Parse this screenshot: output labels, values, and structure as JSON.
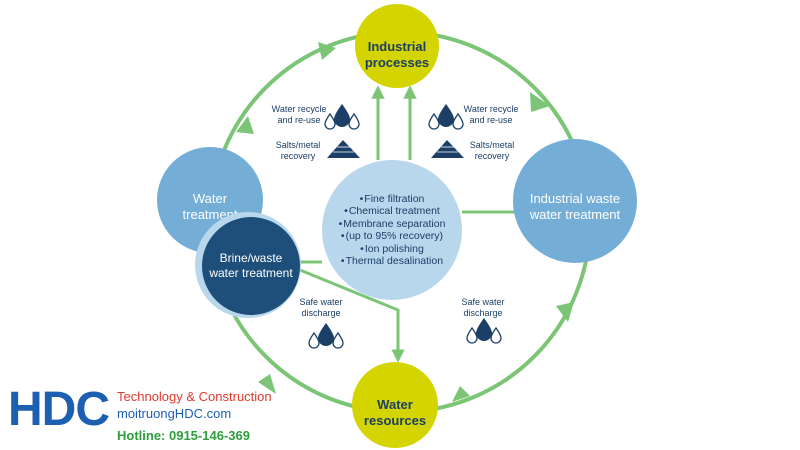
{
  "nodes": {
    "industrial": "Industrial\nprocesses",
    "water_resources": "Water\nresources",
    "water_treatment": "Water\ntreatment",
    "brine": "Brine/waste\nwater treatment",
    "iww": "Industrial waste\nwater treatment"
  },
  "center_items": [
    "Fine filtration",
    "Chemical treatment",
    "Membrane separation",
    "(up to 95% recovery)",
    "Ion polishing",
    "Thermal desalination"
  ],
  "labels": {
    "recycle_left": "Water recycle\nand re-use",
    "salts_left": "Salts/metal\nrecovery",
    "recycle_right": "Water recycle\nand re-use",
    "salts_right": "Salts/metal\nrecovery",
    "discharge_left": "Safe water\ndischarge",
    "discharge_right": "Safe water\ndischarge"
  },
  "brand": {
    "logo": "HDC",
    "tagline": "Technology & Construction",
    "website": "moitruongHDC.com",
    "hotline": "Hotline: 0915-146-369"
  },
  "colors": {
    "ring": "#7cc576",
    "yellow": "#d4d400",
    "light_blue": "#74aed6",
    "dark_blue": "#1d4f7a",
    "pale_blue": "#b8d6ec",
    "navy": "#1b3f66"
  },
  "icons": [
    "factory-icon",
    "recycle-icon",
    "water-drops-icon",
    "salt-pile-icon",
    "waves-icon"
  ]
}
